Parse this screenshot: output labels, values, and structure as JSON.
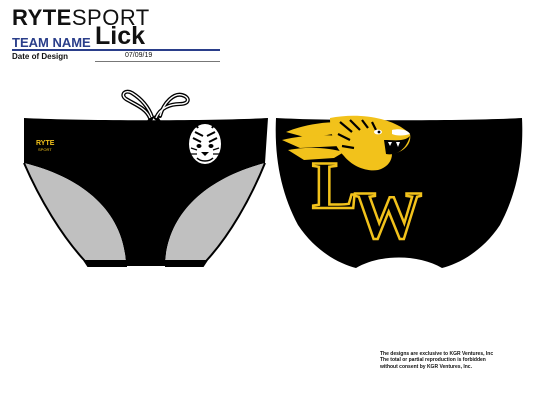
{
  "brand": {
    "part1": "RYTE",
    "part2": "SPORT"
  },
  "team": {
    "label": "TEAM NAME",
    "value": "Lick"
  },
  "design_date": {
    "label": "Date of Design",
    "value": "07/09/19"
  },
  "front_logo": {
    "line1": "RYTE",
    "line2": "SPORT"
  },
  "back_letters": {
    "first": "L",
    "second": "W"
  },
  "disclaimer": {
    "line1": "The designs are exclusive to KGR Ventures, Inc",
    "line2": "The total or partial reproduction is forbidden",
    "line3": "without consent by KGR Ventures, Inc."
  },
  "colors": {
    "garment": "#000000",
    "lining": "#c0c0c0",
    "accent_gold": "#f2c21b",
    "team_label_blue": "#2a3e8a"
  },
  "icons": [
    "tiger-head-icon",
    "tiger-mascot-icon"
  ]
}
